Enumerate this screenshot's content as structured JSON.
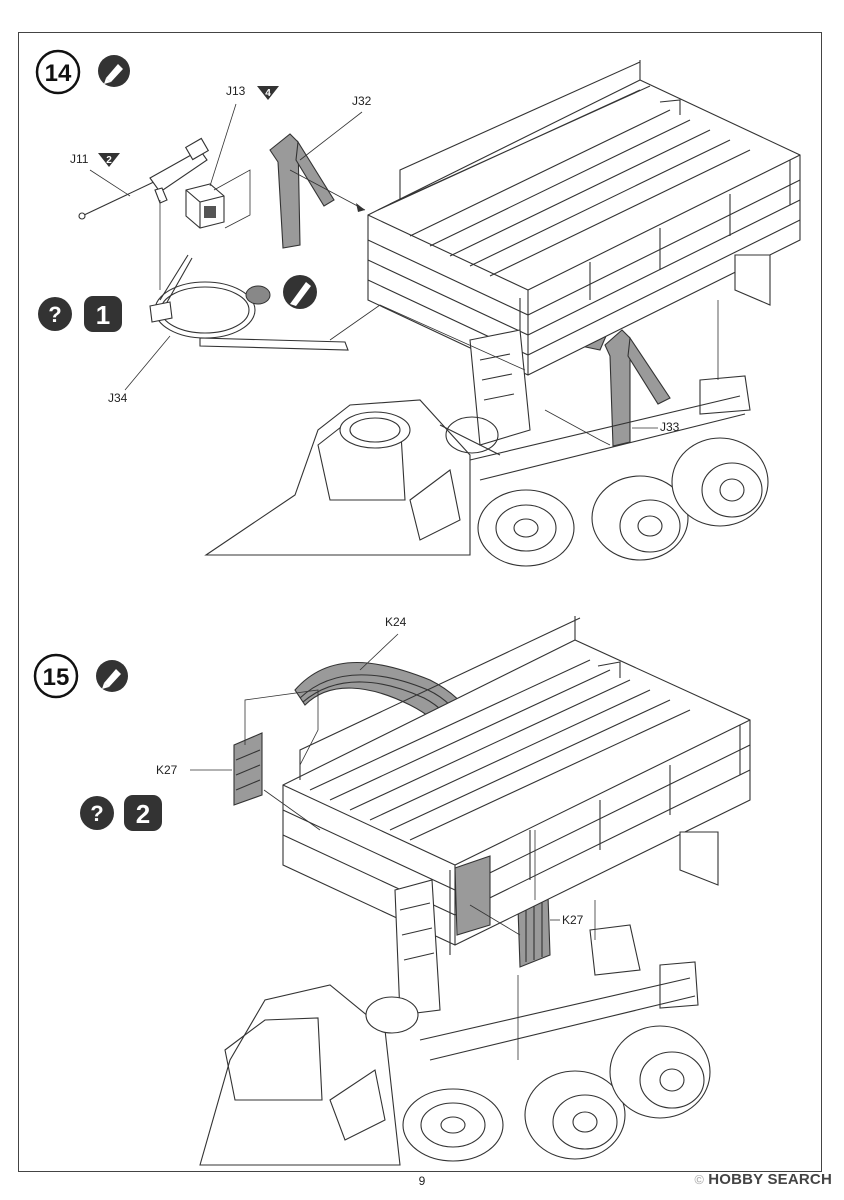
{
  "steps": [
    {
      "number": "14",
      "parts": {
        "j13": "J13",
        "j13_qty": "4",
        "j32": "J32",
        "j11": "J11",
        "j11_qty": "2",
        "j34": "J34",
        "j33": "J33"
      },
      "option_marker": "?",
      "option_number": "1"
    },
    {
      "number": "15",
      "parts": {
        "k24": "K24",
        "k27_left": "K27",
        "k27_right": "K27"
      },
      "option_marker": "?",
      "option_number": "2"
    }
  ],
  "page_number": "9",
  "watermark": {
    "prefix": "©",
    "text": "HOBBY SEARCH"
  },
  "icons": [
    "paint-icon",
    "cement-icon",
    "knife-icon",
    "qty-triangle-icon"
  ]
}
